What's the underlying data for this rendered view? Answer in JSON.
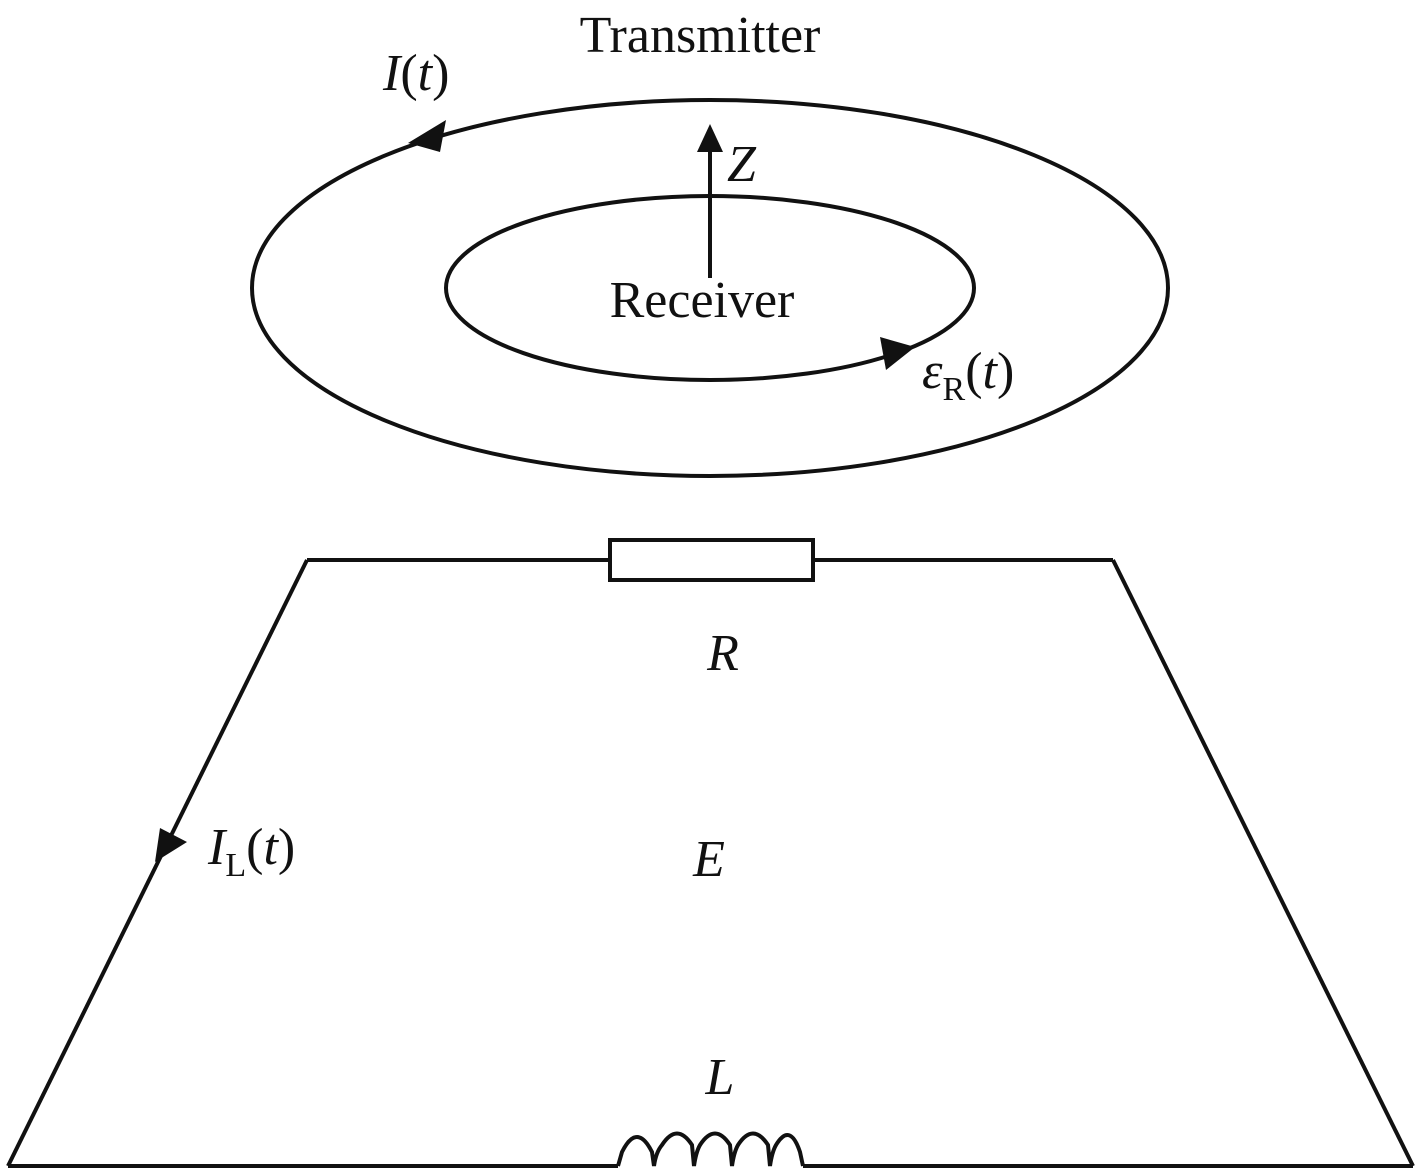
{
  "labels": {
    "transmitter": "Transmitter",
    "receiver": "Receiver",
    "current_symbol": "I",
    "current_paren_open": "(",
    "current_arg": "t",
    "current_paren_close": ")",
    "z_axis": "Z",
    "emf_symbol": "ε",
    "emf_sub": "R",
    "emf_paren_open": "(",
    "emf_arg": "t",
    "emf_paren_close": ")",
    "resistor": "R",
    "emf_source": "E",
    "inductor": "L",
    "loop_current_symbol": "I",
    "loop_current_sub": "L",
    "loop_current_paren_open": "(",
    "loop_current_arg": "t",
    "loop_current_paren_close": ")"
  },
  "colors": {
    "stroke": "#111111",
    "background": "#ffffff"
  }
}
